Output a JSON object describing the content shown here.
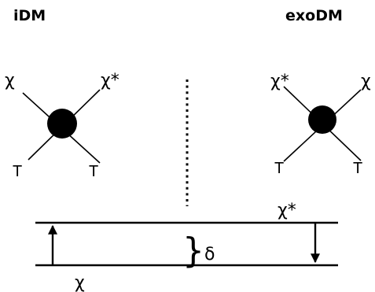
{
  "panels": {
    "left": {
      "title": "iDM",
      "top_left": "χ",
      "top_right": "χ*",
      "bottom_left": "T",
      "bottom_right": "T"
    },
    "right": {
      "title": "exoDM",
      "top_left": "χ*",
      "top_right": "χ",
      "bottom_left": "T",
      "bottom_right": "T"
    }
  },
  "levels": {
    "upper_label": "χ*",
    "lower_label": "χ",
    "splitting_label": "δ",
    "brace": "}"
  },
  "colors": {
    "ink": "#000000",
    "background": "#ffffff"
  }
}
